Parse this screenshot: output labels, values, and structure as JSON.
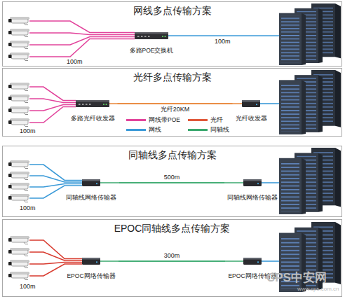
{
  "diagram": {
    "nodes": [
      {
        "text": [
          "网线多点传输方案"
        ]
      },
      {
        "text": [
          "多路POE交换机"
        ],
        "in": 0
      },
      {
        "text": [
          "光纤多点传输方案"
        ]
      },
      {
        "text": [
          "多路光纤收发器"
        ],
        "in": 2
      },
      {
        "text": [
          "光纤收发器"
        ],
        "in": 2
      },
      {
        "text": [
          "同轴线多点传输方案"
        ]
      },
      {
        "text": [
          "同轴线网络传输器"
        ],
        "in": 5
      },
      {
        "text": [
          "同轴线网络传输器"
        ],
        "in": 5
      },
      {
        "text": [
          "EPOC同轴线多点传输方案"
        ]
      },
      {
        "text": [
          "EPOC网络传输器"
        ],
        "in": 8
      },
      {
        "text": [
          "EPOC网络传输器"
        ],
        "in": 8
      }
    ],
    "edges": [
      {
        "from": 3,
        "to": 4,
        "label": "光纤20KM",
        "arrow": "none"
      },
      {
        "from": 6,
        "to": 7,
        "label": "500m",
        "arrow": "none"
      },
      {
        "from": 9,
        "to": 10,
        "label": "300m",
        "arrow": "none"
      }
    ],
    "labels": [
      "100m",
      "100m",
      "100m",
      "100m",
      "100m",
      "CPS中安网",
      "www.cps.com.cn"
    ],
    "legend": [
      {
        "text": "网线带POE",
        "color": "#e2449c"
      },
      {
        "text": "光纤",
        "color": "#e0583a"
      },
      {
        "text": "网线",
        "color": "#3b9ad8"
      },
      {
        "text": "同轴线",
        "color": "#3aa86e"
      }
    ]
  }
}
